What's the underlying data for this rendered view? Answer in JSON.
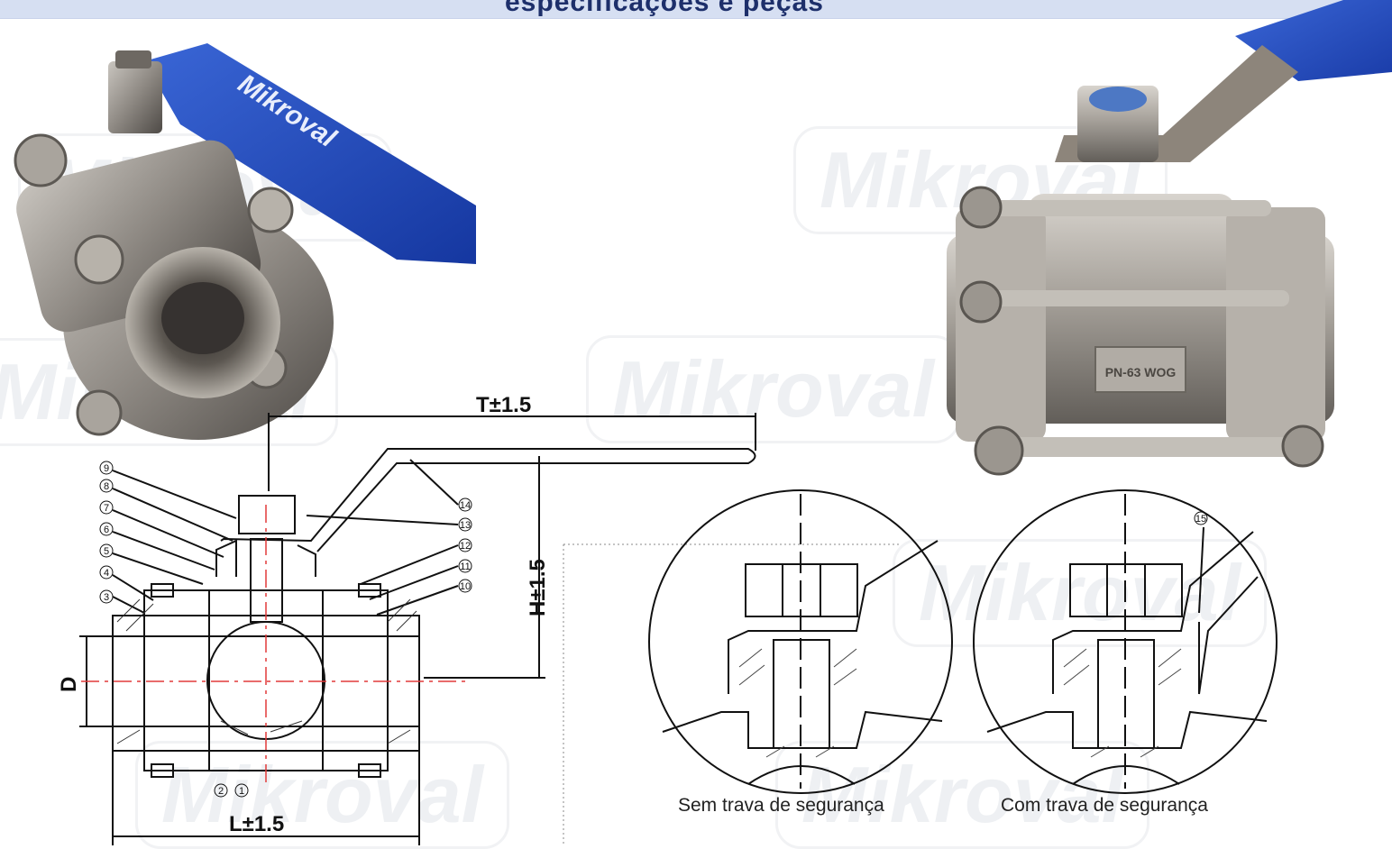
{
  "header": {
    "title": "especificações e peças"
  },
  "watermark": {
    "text": "Mikroval"
  },
  "product_photos": [
    {
      "name": "3-piece ball valve with blue handle, front view",
      "handle_logo": "Mikroval"
    },
    {
      "name": "3-piece ball valve with blue handle, side view",
      "body_marking": "PN-63 WOG"
    }
  ],
  "technical_drawing": {
    "dimensions": {
      "t": "T±1.5",
      "h": "H±1.5",
      "l": "L±1.5",
      "d": "D"
    },
    "part_numbers": [
      "1",
      "2",
      "3",
      "4",
      "5",
      "6",
      "7",
      "8",
      "9",
      "10",
      "11",
      "12",
      "13",
      "14",
      "15"
    ]
  },
  "details": [
    {
      "caption": "Sem trava de segurança"
    },
    {
      "caption": "Com trava de segurança"
    }
  ],
  "colors": {
    "handle_blue": "#1f49b8",
    "steel": "#9a9590",
    "header_bg": "#d6dff2",
    "centerline_red": "#e23a3a"
  }
}
